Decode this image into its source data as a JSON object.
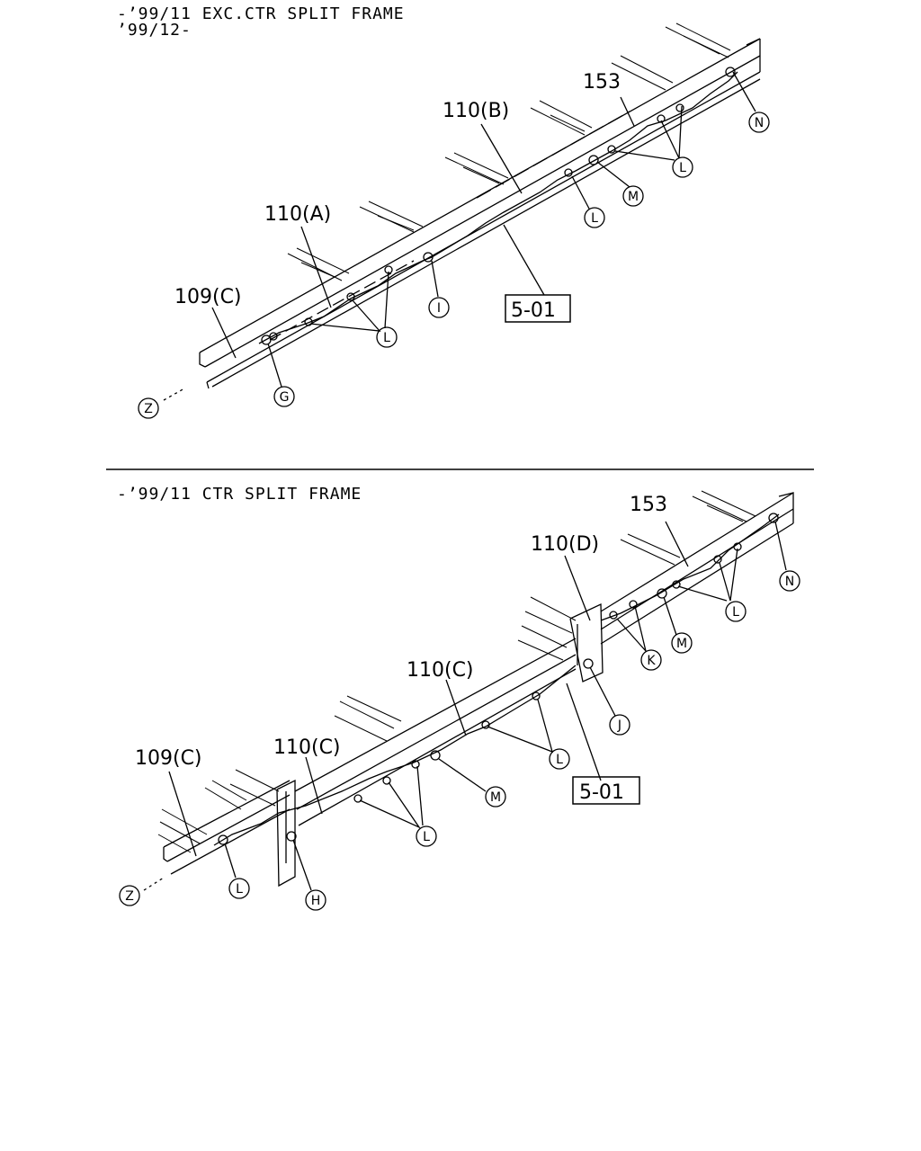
{
  "top": {
    "header_line1": "-’99/11 EXC.CTR SPLIT FRAME",
    "header_line2": "’99/12-",
    "labels": {
      "p153": "153",
      "p110b": "110(B)",
      "p110a": "110(A)",
      "p109c": "109(C)",
      "ref": "5-01"
    },
    "circles": {
      "N": "N",
      "L1": "L",
      "M": "M",
      "L2": "L",
      "I": "I",
      "L3": "L",
      "G": "G",
      "Z": "Z"
    }
  },
  "bottom": {
    "header": "-’99/11 CTR SPLIT FRAME",
    "labels": {
      "p153": "153",
      "p110d": "110(D)",
      "p110c1": "110(C)",
      "p110c2": "110(C)",
      "p109c": "109(C)",
      "ref": "5-01"
    },
    "circles": {
      "N": "N",
      "L1": "L",
      "K": "K",
      "M1": "M",
      "J": "J",
      "L2": "L",
      "M2": "M",
      "L3": "L",
      "L4": "L",
      "H": "H",
      "Z": "Z"
    }
  }
}
